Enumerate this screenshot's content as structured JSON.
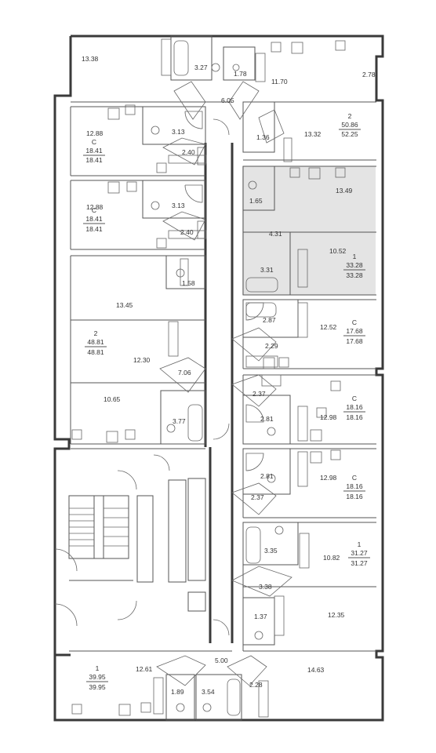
{
  "rooms": [
    {
      "id": "r01",
      "area": "13.38"
    },
    {
      "id": "r02",
      "area": "3.27"
    },
    {
      "id": "r03",
      "area": "1.78"
    },
    {
      "id": "r04",
      "area": "11.70"
    },
    {
      "id": "r05",
      "area": "2.78"
    },
    {
      "id": "r06",
      "area": "6.05"
    },
    {
      "id": "r07",
      "area": "12.88"
    },
    {
      "id": "r08",
      "area": "3.13"
    },
    {
      "id": "r09",
      "area": "2.40"
    },
    {
      "id": "r10",
      "area": "1.36"
    },
    {
      "id": "r11",
      "area": "13.32"
    },
    {
      "id": "r12",
      "area": "13.49"
    },
    {
      "id": "r13",
      "area": "1.65"
    },
    {
      "id": "r14",
      "area": "4.31"
    },
    {
      "id": "r15",
      "area": "12.88"
    },
    {
      "id": "r16",
      "area": "3.13"
    },
    {
      "id": "r17",
      "area": "2.40"
    },
    {
      "id": "r18",
      "area": "10.52"
    },
    {
      "id": "r19",
      "area": "3.31"
    },
    {
      "id": "r20",
      "area": "1.58"
    },
    {
      "id": "r21",
      "area": "13.45"
    },
    {
      "id": "r22",
      "area": "2.87"
    },
    {
      "id": "r23",
      "area": "12.52"
    },
    {
      "id": "r24",
      "area": "2.29"
    },
    {
      "id": "r25",
      "area": "12.30"
    },
    {
      "id": "r26",
      "area": "7.06"
    },
    {
      "id": "r27",
      "area": "2.37"
    },
    {
      "id": "r28",
      "area": "10.65"
    },
    {
      "id": "r29",
      "area": "3.77"
    },
    {
      "id": "r30",
      "area": "2.81"
    },
    {
      "id": "r31",
      "area": "12.98"
    },
    {
      "id": "r32",
      "area": "2.81"
    },
    {
      "id": "r33",
      "area": "12.98"
    },
    {
      "id": "r34",
      "area": "2.37"
    },
    {
      "id": "r35",
      "area": "3.35"
    },
    {
      "id": "r36",
      "area": "10.82"
    },
    {
      "id": "r37",
      "area": "3.38"
    },
    {
      "id": "r38",
      "area": "1.37"
    },
    {
      "id": "r39",
      "area": "12.35"
    },
    {
      "id": "r40",
      "area": "5.00"
    },
    {
      "id": "r41",
      "area": "12.61"
    },
    {
      "id": "r42",
      "area": "14.63"
    },
    {
      "id": "r43",
      "area": "1.89"
    },
    {
      "id": "r44",
      "area": "3.54"
    },
    {
      "id": "r45",
      "area": "2.28"
    }
  ],
  "apartments": [
    {
      "id": "a01",
      "type": "2",
      "living": "50.86",
      "total": "52.25"
    },
    {
      "id": "a02",
      "type": "С",
      "living": "18.41",
      "total": "18.41"
    },
    {
      "id": "a03",
      "type": "С",
      "living": "18.41",
      "total": "18.41"
    },
    {
      "id": "a04",
      "type": "1",
      "living": "33.28",
      "total": "33.28"
    },
    {
      "id": "a05",
      "type": "2",
      "living": "48.81",
      "total": "48.81"
    },
    {
      "id": "a06",
      "type": "С",
      "living": "17.68",
      "total": "17.68"
    },
    {
      "id": "a07",
      "type": "С",
      "living": "18.16",
      "total": "18.16"
    },
    {
      "id": "a08",
      "type": "С",
      "living": "18.16",
      "total": "18.16"
    },
    {
      "id": "a09",
      "type": "1",
      "living": "31.27",
      "total": "31.27"
    },
    {
      "id": "a10",
      "type": "1",
      "living": "39.95",
      "total": "39.95"
    }
  ],
  "colors": {
    "wall": "#3a3a3a",
    "highlight": "#e4e4e4",
    "line": "#555555"
  }
}
